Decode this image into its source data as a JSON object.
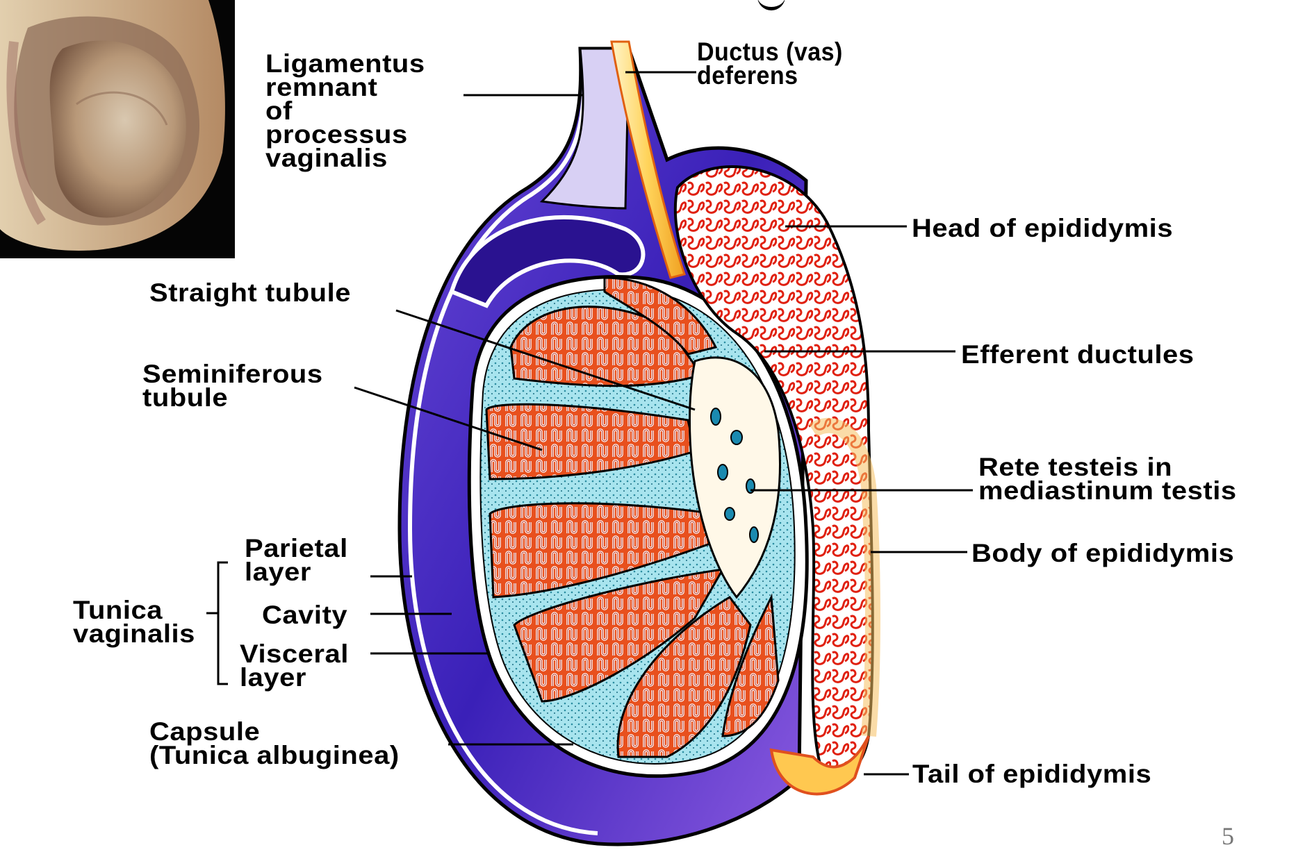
{
  "slide": {
    "page_number": "5"
  },
  "photo": {
    "caption_icon": "specimen-photo"
  },
  "labels": {
    "ligamentus": "Ligamentus\nremnant\nof\nprocessus\nvaginalis",
    "ductus": "Ductus (vas)\ndeferens",
    "head": "Head of epididymis",
    "straight": "Straight tubule",
    "seminiferous": "Seminiferous\ntubule",
    "efferent": "Efferent ductules",
    "rete": "Rete testeis in\nmediastinum testis",
    "body": "Body of epididymis",
    "tunica": "Tunica\nvaginalis",
    "parietal": "Parietal\nlayer",
    "cavity": "Cavity",
    "visceral": "Visceral\nlayer",
    "capsule": "Capsule\n(Tunica albuginea)",
    "tail": "Tail of epididymis"
  },
  "colors": {
    "tunica_purple": "#4a2fc8",
    "tubule_red": "#e8401a",
    "septa_cyan": "#6fd0e0",
    "ductus_yellow": "#ffd35a",
    "photo_tissue": "#c9a882"
  }
}
